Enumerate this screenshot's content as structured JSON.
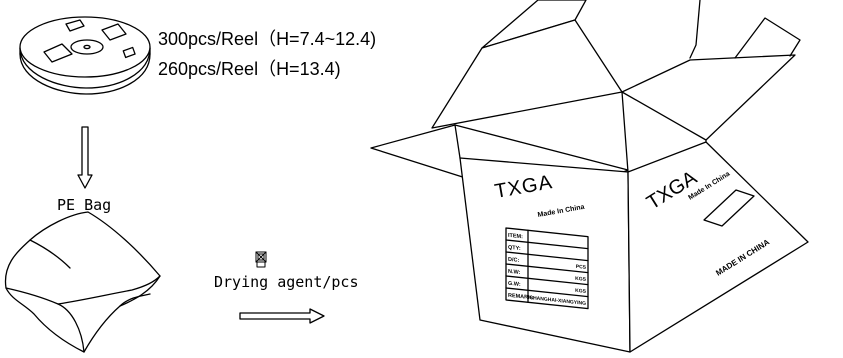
{
  "reel": {
    "line1": "300pcs/Reel（H=7.4~12.4)",
    "line2": "260pcs/Reel（H=13.4)"
  },
  "steps": {
    "bag_label": "PE Bag",
    "desiccant_label": "Drying agent/pcs"
  },
  "box": {
    "brand": "TXGA",
    "brand_sub": "Made In China",
    "made_in": "MADE IN CHINA",
    "label_rows": [
      {
        "key": "ITEM:",
        "value": ""
      },
      {
        "key": "QTY:",
        "value": ""
      },
      {
        "key": "D/C:",
        "value": "PCS"
      },
      {
        "key": "N.W:",
        "value": "KGS"
      },
      {
        "key": "G.W:",
        "value": "KGS"
      },
      {
        "key": "REMARK:",
        "value": "SHANGHAI-XIANGYING"
      }
    ]
  },
  "colors": {
    "ink": "#000000",
    "paper": "#ffffff"
  }
}
